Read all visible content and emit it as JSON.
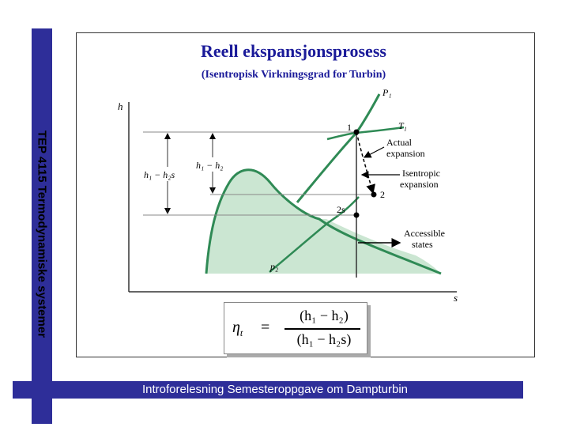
{
  "slide": {
    "title": "Reell ekspansjonsprosess",
    "subtitle": "(Isentropisk Virkningsgrad for Turbin)",
    "side_label": "TEP 4115 Termodynamiske systemer",
    "footer": "Introforelesning Semesteroppgave om Dampturbin"
  },
  "diagram": {
    "axis_y": "h",
    "axis_x": "s",
    "labels": {
      "p1": "P₁",
      "p2": "p₂",
      "t1": "T₁",
      "pt1": "1",
      "pt2": "2",
      "pt2s": "2s",
      "dim_outer": "h₁ − h₂s",
      "dim_inner": "h₁ − h₂",
      "actual_1": "Actual",
      "actual_2": "expansion",
      "isen_1": "Isentropic",
      "isen_2": "expansion",
      "acc_1": "Accessible",
      "acc_2": "states"
    },
    "colors": {
      "curve": "#2f8a55",
      "fill": "#cbe6d2",
      "arrow": "#000000"
    }
  },
  "formula": {
    "eta": "η",
    "eta_sub": "t",
    "equals": "=",
    "numerator": "(h₁ − h₂)",
    "denominator": "(h₁ − h₂s)"
  }
}
